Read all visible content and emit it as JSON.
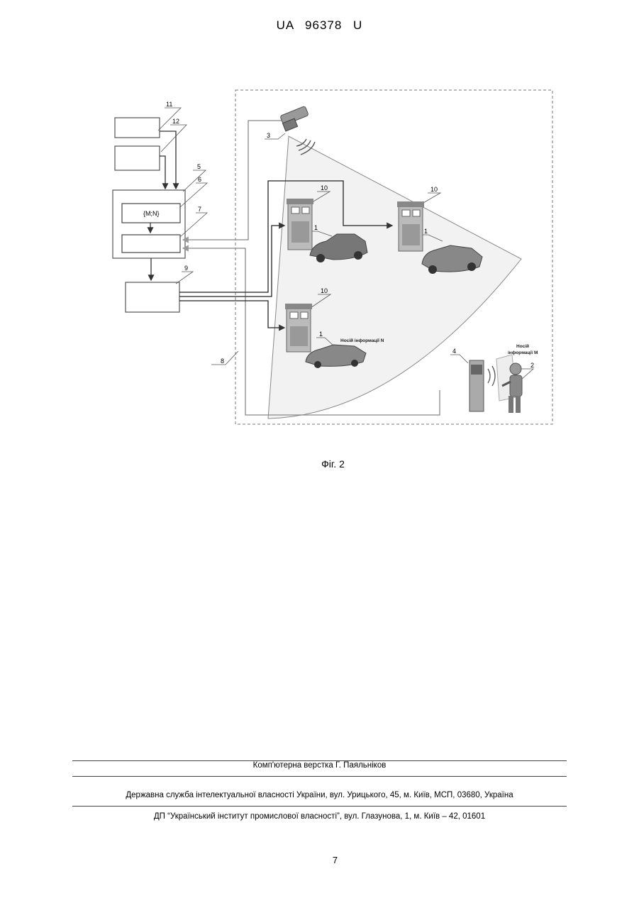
{
  "header": {
    "doc_number": "UA   96378   U"
  },
  "figure": {
    "caption": "Фіг. 2",
    "box_text": "{M;N}",
    "labels": {
      "n1a": "1",
      "n1b": "1",
      "n1c": "1",
      "n2": "2",
      "n3": "3",
      "n4": "4",
      "n5": "5",
      "n6": "6",
      "n7": "7",
      "n8": "8",
      "n9": "9",
      "n10a": "10",
      "n10b": "10",
      "n10c": "10",
      "n11": "11",
      "n12": "12"
    },
    "carrier_n": "Носій інформації N",
    "carrier_m_line1": "Носій",
    "carrier_m_line2": "інформації M"
  },
  "footer": {
    "layout_credit": "Комп'ютерна верстка Г. Паяльніков",
    "office": "Державна служба інтелектуальної власності України, вул. Урицького, 45, м. Київ, МСП, 03680, Україна",
    "institute": "ДП “Український інститут промислової власності”, вул. Глазунова, 1, м. Київ – 42, 01601"
  },
  "page_number": "7"
}
